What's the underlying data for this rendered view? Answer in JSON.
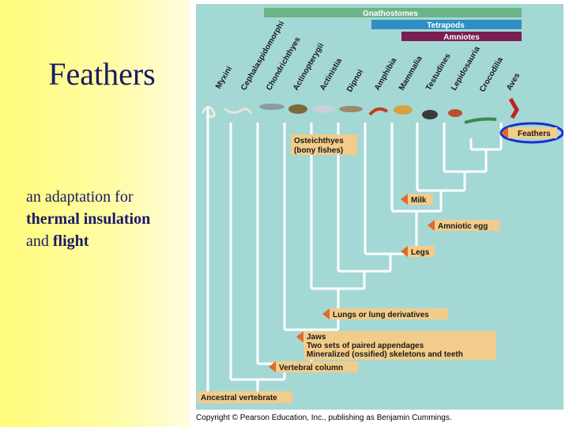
{
  "slide": {
    "title": "Feathers",
    "body": {
      "line1": "an adaptation for",
      "line2": "thermal insulation",
      "line3_prefix": "and ",
      "line3_bold": "flight"
    }
  },
  "diagram": {
    "clades": {
      "gnathostomes": "Gnathostomes",
      "tetrapods": "Tetrapods",
      "amniotes": "Amniotes"
    },
    "taxa": [
      "Myxini",
      "Cephalaspidomorphi",
      "Chondrichthyes",
      "Actinopterygii",
      "Actinistia",
      "Dipnoi",
      "Amphibia",
      "Mammalia",
      "Testudines",
      "Lepidosauria",
      "Crocodilia",
      "Aves"
    ],
    "osteichthyes_line1": "Osteichthyes",
    "osteichthyes_line2": "(bony fishes)",
    "traits": {
      "feathers": "Feathers",
      "milk": "Milk",
      "amniotic_egg": "Amniotic egg",
      "legs": "Legs",
      "lungs": "Lungs or lung derivatives",
      "jaws_line1": "Jaws",
      "jaws_line2": "Two sets of paired appendages",
      "jaws_line3": "Mineralized (ossified) skeletons and teeth",
      "vertebral_column": "Vertebral column",
      "ancestral": "Ancestral vertebrate"
    },
    "copyright": "Copyright © Pearson Education, Inc., publishing as Benjamin Cummings."
  },
  "colors": {
    "gnathostomes_bar": "#6ab488",
    "tetrapods_bar": "#2f8fc4",
    "amniotes_bar": "#7a1f52",
    "label_box": "#f2cc8a",
    "arrow": "#e06a2a",
    "highlight_oval": "#1a2fd0",
    "branch": "#ffffff"
  }
}
